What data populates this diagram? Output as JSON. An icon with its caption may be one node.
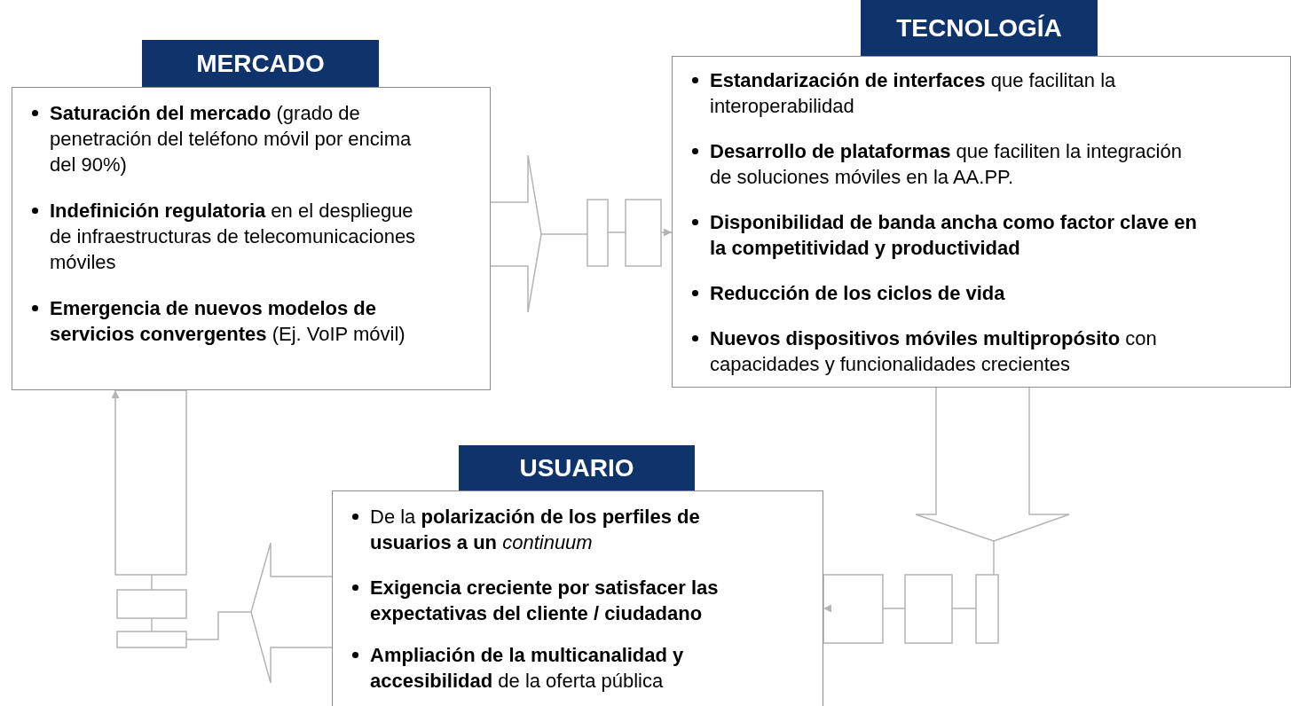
{
  "diagram": {
    "nodes": [
      {
        "text": [
          "MERCADO",
          "**Saturación del mercado** (grado de penetración del teléfono móvil por encima del 90%)",
          "**Indefinición regulatoria** en el despliegue de infraestructuras de telecomunicaciones móviles",
          "**Emergencia de nuevos modelos de servicios convergentes** (Ej. VoIP móvil)"
        ]
      },
      {
        "text": [
          "TECNOLOGÍA",
          "**Estandarización de interfaces** que facilitan la interoperabilidad",
          "**Desarrollo de plataformas** que faciliten la integración de soluciones móviles en la AA.PP.",
          "Disponibilidad de banda ancha como factor clave en la competitividad y productividad",
          "Reducción de los ciclos de vida",
          "**Nuevos dispositivos móviles multipropósito** con capacidades y funcionalidades crecientes"
        ]
      },
      {
        "text": [
          "USUARIO",
          "De la **polarización de los perfiles de usuarios a un** *continuum*",
          "Exigencia creciente por satisfacer las expectativas del cliente / ciudadano",
          "**Ampliación de la multicanalidad y accesibilidad** de la oferta pública"
        ]
      }
    ],
    "edges": [
      {
        "from": 0,
        "to": 1,
        "arrow": "to"
      },
      {
        "from": 1,
        "to": 2,
        "arrow": "to"
      },
      {
        "from": 2,
        "to": 0,
        "arrow": "to"
      }
    ]
  }
}
